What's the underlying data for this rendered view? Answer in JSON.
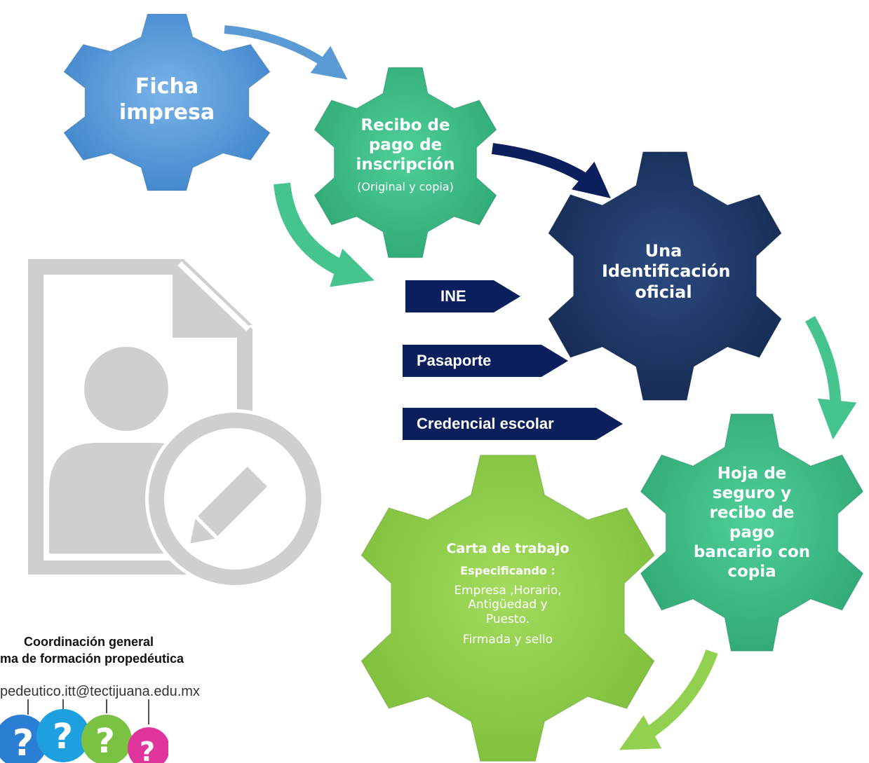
{
  "gears": {
    "ficha": {
      "lines": [
        "Ficha",
        "impresa"
      ]
    },
    "recibo": {
      "lines": [
        "Recibo de",
        "pago de",
        "inscripción"
      ],
      "note": "(Original y copia)"
    },
    "identificacion": {
      "lines": [
        "Una",
        "Identificación",
        "oficial"
      ]
    },
    "hoja": {
      "lines": [
        "Hoja de",
        "seguro y",
        "recibo de",
        "pago",
        "bancario con",
        "copia"
      ]
    },
    "carta": {
      "title": "Carta de trabajo",
      "subtitle": "Especificando :",
      "details": [
        "Empresa ,Horario,",
        "Antigüedad  y",
        "Puesto."
      ],
      "signature": "Firmada y sello"
    }
  },
  "id_options": [
    "INE",
    "Pasaporte",
    "Credencial escolar"
  ],
  "footer": {
    "line1": "Coordinación general",
    "line2": "ma de  formación  propedéutica",
    "email": "pedeutico.itt@tectijuana.edu.mx",
    "question_mark": "?"
  },
  "colors": {
    "blue_gear": "#5b9bd5",
    "teal_gear": "#3fbf8f",
    "navy_gear": "#1f3864",
    "green_gear": "#92d050",
    "tag_navy": "#0a1f5c",
    "doc_gray": "#cfcfcf",
    "badges": [
      "#2a7fd4",
      "#1ea0e0",
      "#7cc242",
      "#e0359a"
    ]
  },
  "icons": [
    "user-document-edit-icon",
    "question-badge-icon"
  ]
}
